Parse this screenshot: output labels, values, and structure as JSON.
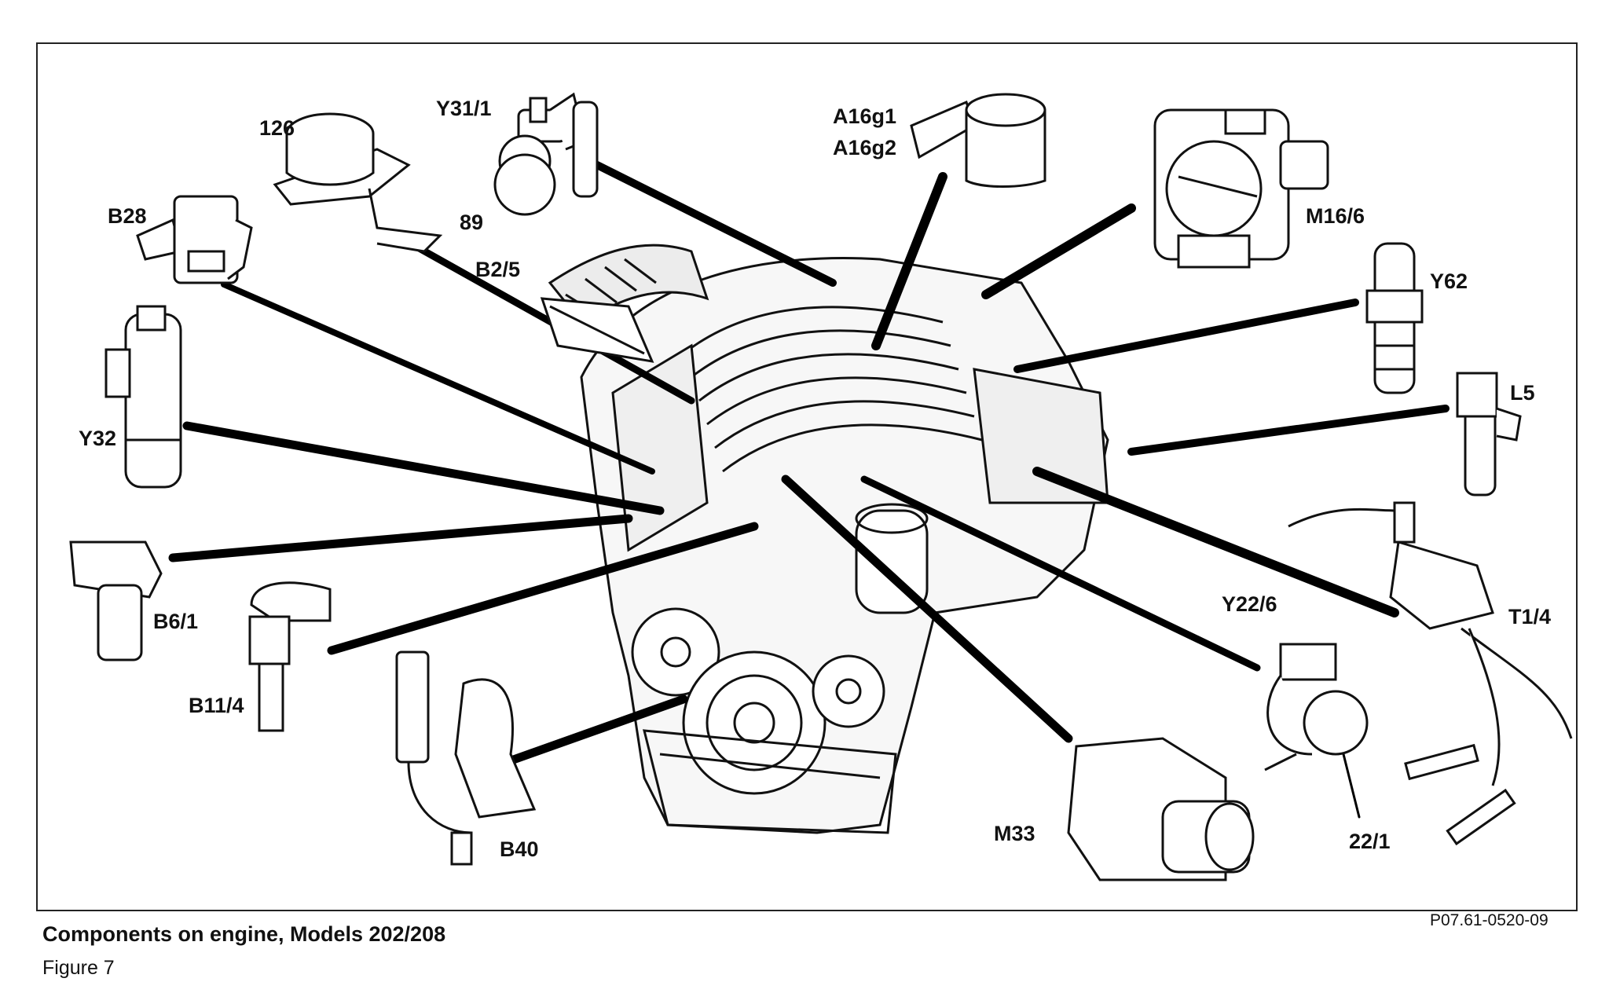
{
  "labels": {
    "l126": "126",
    "y31_1": "Y31/1",
    "a16g1": "A16g1",
    "a16g2": "A16g2",
    "b28": "B28",
    "l89": "89",
    "m16_6": "M16/6",
    "b2_5": "B2/5",
    "y62": "Y62",
    "l5": "L5",
    "y32": "Y32",
    "b6_1": "B6/1",
    "b11_4": "B11/4",
    "y22_6": "Y22/6",
    "t1_4": "T1/4",
    "b40": "B40",
    "m33": "M33",
    "l22_1": "22/1"
  },
  "caption": "Components on engine, Models 202/208",
  "figure": "Figure 7",
  "code": "P07.61-0520-09"
}
